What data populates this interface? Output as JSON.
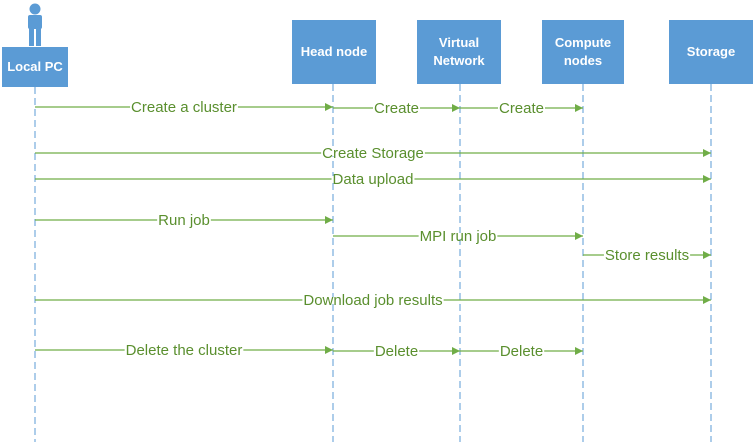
{
  "colors": {
    "box_fill": "#5b9bd5",
    "box_text": "#ffffff",
    "lifeline": "#5b9bd5",
    "message": "#70ad47",
    "message_text": "#5a8f2e"
  },
  "actor_icon": "person-icon",
  "participants": [
    {
      "id": "local",
      "label": "Local PC"
    },
    {
      "id": "head",
      "label": "Head node"
    },
    {
      "id": "vnet",
      "label": "Virtual Network"
    },
    {
      "id": "compute",
      "label": "Compute nodes"
    },
    {
      "id": "storage",
      "label": "Storage"
    }
  ],
  "messages": [
    {
      "from": "local",
      "to": "head",
      "label": "Create a cluster"
    },
    {
      "from": "head",
      "to": "vnet",
      "label": "Create"
    },
    {
      "from": "vnet",
      "to": "compute",
      "label": "Create"
    },
    {
      "from": "local",
      "to": "storage",
      "label": "Create Storage"
    },
    {
      "from": "local",
      "to": "storage",
      "label": "Data upload"
    },
    {
      "from": "local",
      "to": "head",
      "label": "Run job"
    },
    {
      "from": "head",
      "to": "compute",
      "label": "MPI run job"
    },
    {
      "from": "compute",
      "to": "storage",
      "label": "Store results"
    },
    {
      "from": "local",
      "to": "storage",
      "label": "Download job results"
    },
    {
      "from": "local",
      "to": "head",
      "label": "Delete the cluster"
    },
    {
      "from": "head",
      "to": "vnet",
      "label": "Delete"
    },
    {
      "from": "vnet",
      "to": "compute",
      "label": "Delete"
    }
  ]
}
